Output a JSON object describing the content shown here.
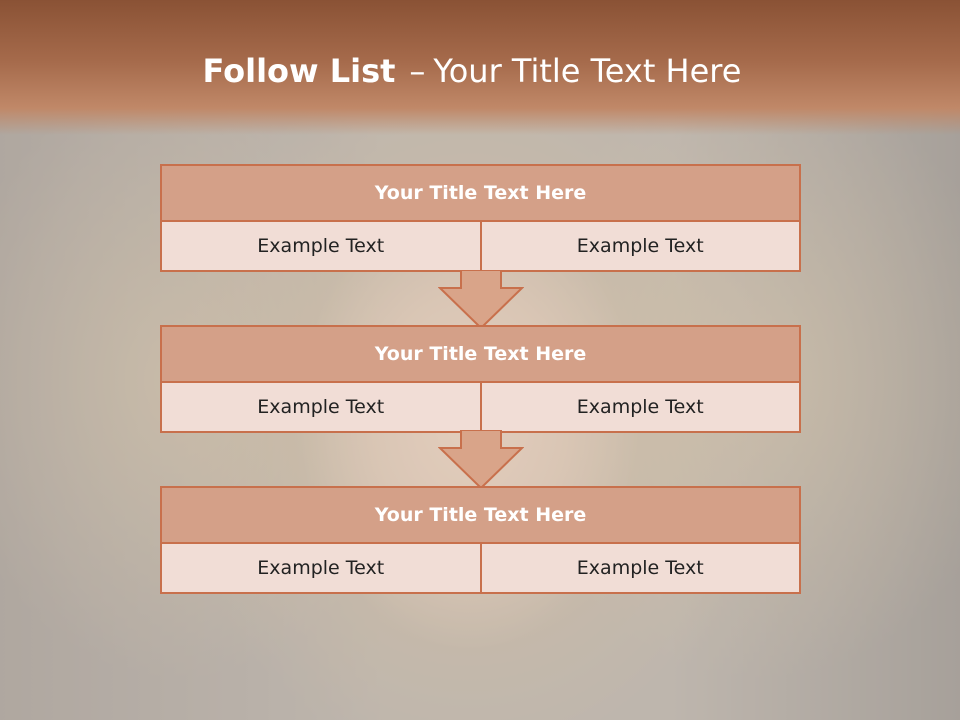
{
  "slide": {
    "title_bold": "Follow List",
    "title_dash": "–",
    "title_rest": "Your Title Text Here"
  },
  "boxes": [
    {
      "title": "Your Title Text Here",
      "cells": [
        "Example Text",
        "Example Text"
      ]
    },
    {
      "title": "Your Title Text Here",
      "cells": [
        "Example Text",
        "Example Text"
      ]
    },
    {
      "title": "Your Title Text Here",
      "cells": [
        "Example Text",
        "Example Text"
      ]
    }
  ],
  "colors": {
    "header": "#a56a4b",
    "box_title_fill": "#d4a088",
    "box_cell_fill": "#f1ddd6",
    "border": "#c8704c",
    "arrow_fill": "#d9a489"
  },
  "icons": [
    "down-arrow-icon",
    "down-arrow-icon"
  ]
}
